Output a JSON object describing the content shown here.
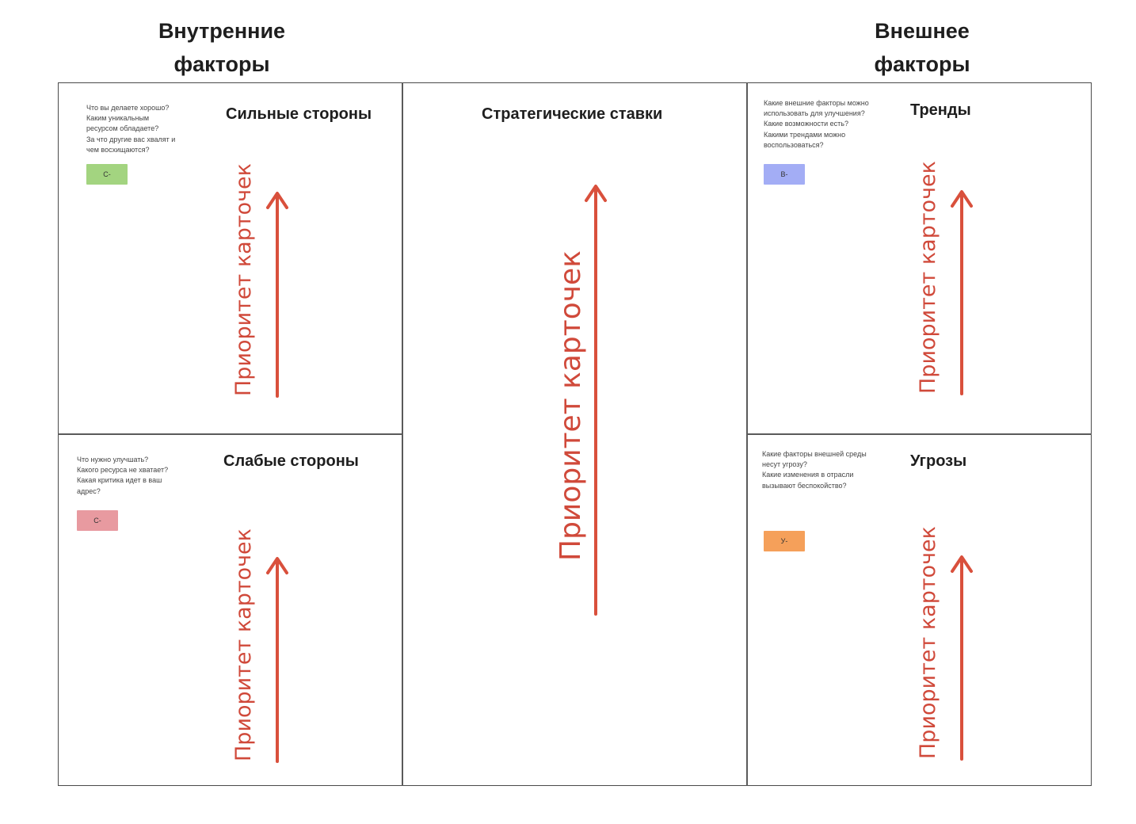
{
  "headers": {
    "internal": [
      "Внутренние",
      "факторы"
    ],
    "external": [
      "Внешнее",
      "факторы"
    ]
  },
  "cells": {
    "strengths": {
      "title": "Сильные стороны",
      "prompt": [
        "Что вы делаете хорошо?",
        "Каким уникальным",
        "ресурсом обладаете?",
        "За что другие вас хвалят и",
        "чем восхищаются?"
      ],
      "card_label": "С-",
      "card_color": "#a3d480"
    },
    "weaknesses": {
      "title": "Слабые стороны",
      "prompt": [
        "Что нужно улучшать?",
        "Какого ресурса не хватает?",
        "Какая критика идет в ваш",
        "адрес?"
      ],
      "card_label": "С-",
      "card_color": "#e89aa0"
    },
    "strategic": {
      "title": "Стратегические ставки"
    },
    "trends": {
      "title": "Тренды",
      "prompt": [
        "Какие внешние факторы можно",
        "использовать для улучшения?",
        "Какие возможности есть?",
        "Какими трендами можно",
        "воспользоваться?"
      ],
      "card_label": "В-",
      "card_color": "#a3adf5"
    },
    "threats": {
      "title": "Угрозы",
      "prompt": [
        "Какие факторы внешней среды",
        "несут угрозу?",
        "Какие изменения в отрасли",
        "вызывают беспокойство?"
      ],
      "card_label": "У-",
      "card_color": "#f5a05a"
    }
  },
  "axis_label": "Приоритет карточек",
  "colors": {
    "arrow": "#d9503c",
    "axis_text": "#d0493a",
    "border": "#4a4a4a"
  }
}
